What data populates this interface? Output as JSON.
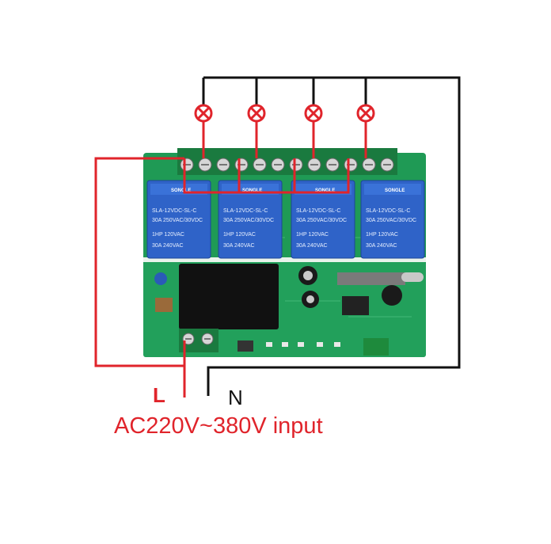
{
  "labels": {
    "live": "L",
    "neutral": "N",
    "input": "AC220V~380V input"
  },
  "relays": [
    {
      "brand": "SONGLE",
      "model": "SLA-12VDC-SL-C",
      "rating1": "30A 250VAC/30VDC",
      "rating2": "1HP 120VAC",
      "rating3": "30A 240VAC"
    },
    {
      "brand": "SONGLE",
      "model": "SLA-12VDC-SL-C",
      "rating1": "30A 250VAC/30VDC",
      "rating2": "1HP 120VAC",
      "rating3": "30A 240VAC"
    },
    {
      "brand": "SONGLE",
      "model": "SLA-12VDC-SL-C",
      "rating1": "30A 250VAC/30VDC",
      "rating2": "1HP 120VAC",
      "rating3": "30A 240VAC"
    },
    {
      "brand": "SONGLE",
      "model": "SLA-12VDC-SL-C",
      "rating1": "30A 250VAC/30VDC",
      "rating2": "1HP 120VAC",
      "rating3": "30A 240VAC"
    }
  ],
  "colors": {
    "live_wire": "#e0242b",
    "neutral_wire": "#111111",
    "pcb": "#1f9a55",
    "relay": "#2f63c8",
    "lamp": "#e0242b"
  },
  "icons": {
    "lamp": "lamp-cross-icon",
    "terminal": "screw-terminal-icon"
  }
}
